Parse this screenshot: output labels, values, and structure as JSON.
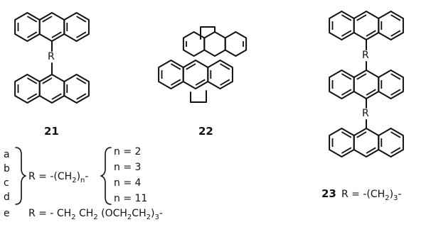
{
  "compounds": {
    "c21": {
      "number": "21",
      "linker_label": "R"
    },
    "c22": {
      "number": "22"
    },
    "c23": {
      "number": "23",
      "linker_label_top": "R",
      "linker_label_bottom": "R",
      "r_def_prefix": "R = -(CH",
      "r_def_sub": "2",
      "r_def_suffix": ")",
      "r_def_n": "3",
      "r_def_tail": "-"
    }
  },
  "legend": {
    "letters": [
      "a",
      "b",
      "c",
      "d",
      "e"
    ],
    "r_prefix": "R = -(CH",
    "r_sub": "2",
    "r_suffix": ")",
    "r_n": "n",
    "r_tail": "-",
    "n_values": [
      "n = 2",
      "n = 3",
      "n = 4",
      "n = 11"
    ],
    "e_formula": {
      "p1": "R = - CH",
      "s1": "2",
      "p2": " CH",
      "s2": "2",
      "p3": " (OCH",
      "s3": "2",
      "p4": "CH",
      "s4": "2",
      "p5": ")",
      "s5": "3",
      "p6": "-"
    }
  }
}
